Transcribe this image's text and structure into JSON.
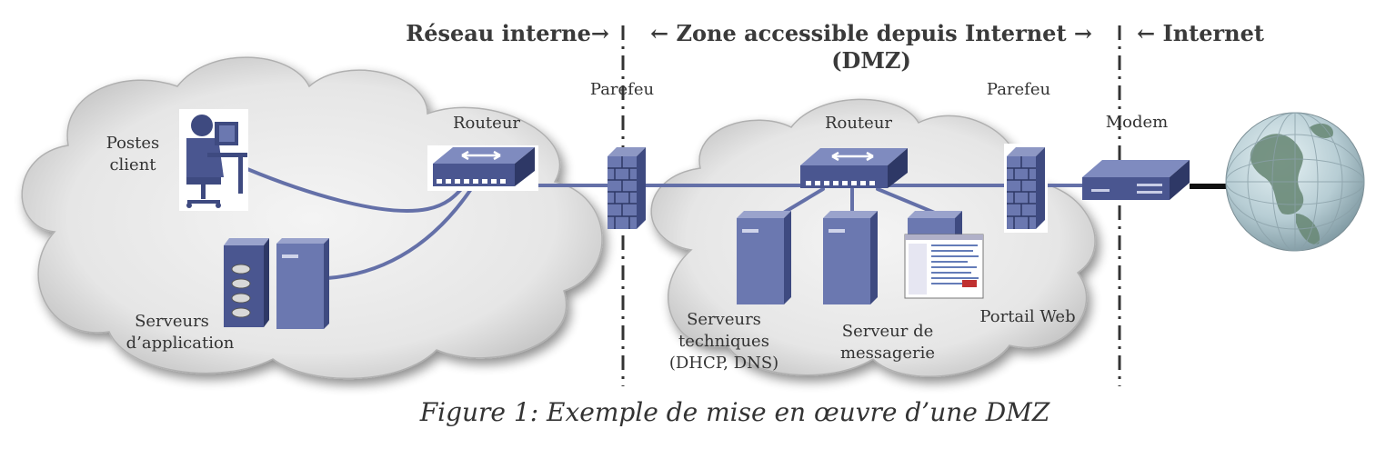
{
  "headers": {
    "internal": "Réseau interne→",
    "dmz_line1": "← Zone accessible depuis Internet →",
    "dmz_line2": "(DMZ)",
    "internet": "← Internet"
  },
  "labels": {
    "routeur_internal": "Routeur",
    "postes_line1": "Postes",
    "postes_line2": "client",
    "serveurs_app_line1": "Serveurs",
    "serveurs_app_line2": "d’application",
    "parefeu_left": "Parefeu",
    "parefeu_right": "Parefeu",
    "routeur_dmz": "Routeur",
    "serveurs_tech_line1": "Serveurs",
    "serveurs_tech_line2": "techniques",
    "serveurs_tech_line3": "(DHCP, DNS)",
    "serveur_msg_line1": "Serveur de",
    "serveur_msg_line2": "messagerie",
    "portail_web": "Portail Web",
    "modem": "Modem"
  },
  "caption": "Figure 1: Exemple de mise en œuvre d’une DMZ",
  "colors": {
    "device_blue": "#6b78b0",
    "device_dark": "#3e4a80",
    "cable": "#6470a8",
    "cloud_fill": "#f0f0f0"
  },
  "icons": [
    "user-workstation-icon",
    "router-icon",
    "firewall-icon",
    "server-icon",
    "web-page-icon",
    "modem-icon",
    "globe-icon"
  ]
}
